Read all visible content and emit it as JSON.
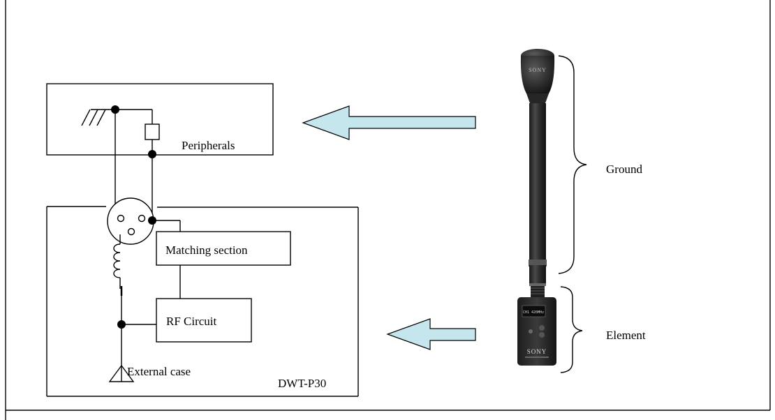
{
  "labels": {
    "peripherals": "Peripherals",
    "matching_section": "Matching section",
    "rf_circuit": "RF Circuit",
    "external_case": "External case",
    "model": "DWT-P30",
    "ground": "Ground",
    "element": "Element"
  },
  "device": {
    "brand_mic": "SONY",
    "brand_tx": "SONY",
    "display_text": "CH1 420MHz"
  },
  "colors": {
    "arrow_fill": "#c5e6ec",
    "line": "#000000",
    "mic_body": "#2a2a2a"
  }
}
